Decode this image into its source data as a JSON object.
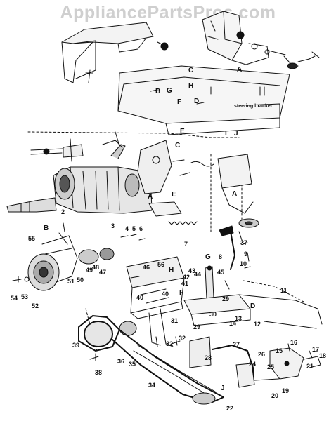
{
  "watermark": "AppliancePartsPros.com",
  "callouts": {
    "n2": "2",
    "n3": "3",
    "n4": "4",
    "n5": "5",
    "n6": "6",
    "n7": "7",
    "n8": "8",
    "n9": "9",
    "n10": "10",
    "n11": "11",
    "n12": "12",
    "n13": "13",
    "n14": "14",
    "n15": "15",
    "n16": "16",
    "n17": "17",
    "n18": "18",
    "n19": "19",
    "n20": "20",
    "n21": "21",
    "n22": "22",
    "n24": "24",
    "n25": "25",
    "n26": "26",
    "n27": "27",
    "n28": "28",
    "n29a": "29",
    "n29b": "29",
    "n30": "30",
    "n31": "31",
    "n32a": "32",
    "n32b": "32",
    "n34": "34",
    "n35": "35",
    "n36": "36",
    "n37": "37",
    "n38": "38",
    "n39": "39",
    "n40a": "40",
    "n40b": "40",
    "n41": "41",
    "n42": "42",
    "n43": "43",
    "n44": "44",
    "n45": "45",
    "n46": "46",
    "n47": "47",
    "n48": "48",
    "n49": "49",
    "n50": "50",
    "n51": "51",
    "n52": "52",
    "n53": "53",
    "n54": "54",
    "n55": "55",
    "n56": "56"
  },
  "letters": {
    "A1": "A",
    "A2": "A",
    "A3": "A",
    "B1": "B",
    "B2": "B",
    "C1": "C",
    "C2": "C",
    "D1": "D",
    "D2": "D",
    "E1": "E",
    "E2": "E",
    "F1": "F",
    "F2": "F",
    "G1": "G",
    "G2": "G",
    "H1": "H",
    "H2": "H",
    "I": "I",
    "J1": "J",
    "J2": "J"
  },
  "text_labels": {
    "steering_bracket": "steering bracket"
  }
}
